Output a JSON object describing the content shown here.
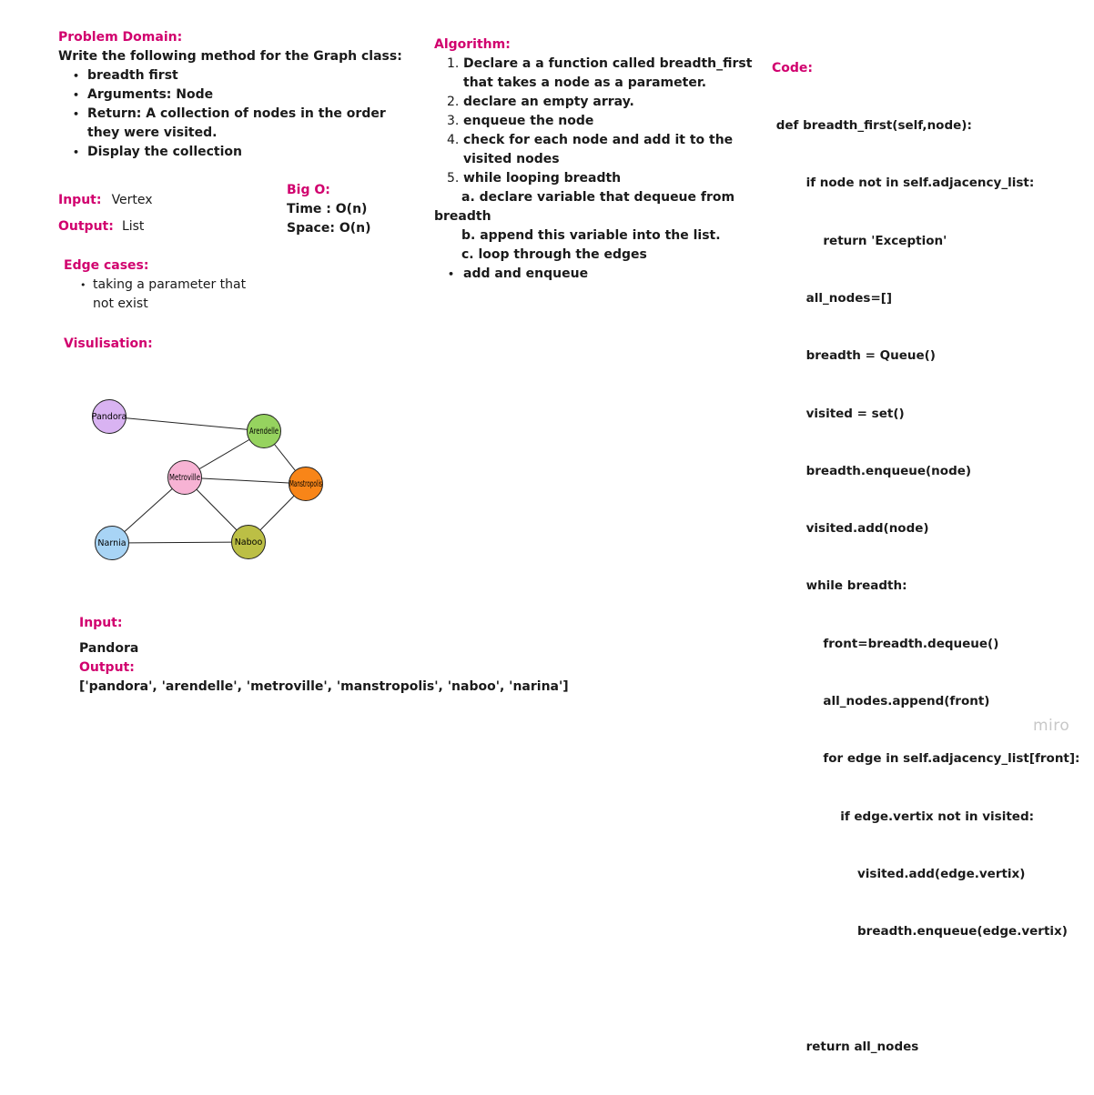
{
  "problem": {
    "heading": "Problem Domain:",
    "intro": "Write the following method for the Graph class:",
    "bullets": [
      "breadth first",
      "Arguments: Node",
      "Return: A collection of nodes in the order",
      "they were visited.",
      "Display the collection"
    ]
  },
  "io": {
    "input_label": "Input:",
    "input_value": "Vertex",
    "output_label": "Output:",
    "output_value": "List"
  },
  "bigo": {
    "heading": "Big O:",
    "time": "Time : O(n)",
    "space": "Space: O(n)"
  },
  "edge_cases": {
    "heading": "Edge cases:",
    "line1": "taking a parameter that",
    "line2": "not exist"
  },
  "visualisation": {
    "heading": "Visulisation:",
    "nodes": [
      {
        "id": "pandora",
        "label": "Pandora",
        "color": "#d9b3f2"
      },
      {
        "id": "arendelle",
        "label": "Arendelle",
        "color": "#96d35f"
      },
      {
        "id": "metroville",
        "label": "Metroville",
        "color": "#f7b3d4"
      },
      {
        "id": "manstropolis",
        "label": "Manstropolis",
        "color": "#f88518"
      },
      {
        "id": "narnia",
        "label": "Narnia",
        "color": "#a8d4f5"
      },
      {
        "id": "naboo",
        "label": "Naboo",
        "color": "#bcbf45"
      }
    ]
  },
  "example": {
    "input_label": "Input:",
    "input_value": "Pandora",
    "output_label": "Output:",
    "output_value": "['pandora', 'arendelle', 'metroville', 'manstropolis', 'naboo', 'narina']"
  },
  "algorithm": {
    "heading": "Algorithm:",
    "n1": "1.",
    "s1a": "Declare a a function called breadth_first",
    "s1b": "that takes a node as a parameter.",
    "n2": "2.",
    "s2": "declare an empty array.",
    "n3": "3.",
    "s3": "enqueue the node",
    "n4": "4.",
    "s4a": "check for each node and add it to the",
    "s4b": "visited nodes",
    "n5": "5.",
    "s5": "while looping breadth",
    "sa1": "a. declare variable that dequeue from",
    "sa2": "breadth",
    "sb": "b. append this variable into the list.",
    "sc": "c. loop through the edges",
    "sd": "add and enqueue"
  },
  "code": {
    "heading": "Code:",
    "lines": [
      " def breadth_first(self,node):",
      "        if node not in self.adjacency_list:",
      "            return 'Exception'",
      "        all_nodes=[]",
      "        breadth = Queue()",
      "        visited = set()",
      "        breadth.enqueue(node)",
      "        visited.add(node)",
      "        while breadth:",
      "            front=breadth.dequeue()",
      "            all_nodes.append(front)",
      "            for edge in self.adjacency_list[front]:",
      "                if edge.vertix not in visited:",
      "                    visited.add(edge.vertix)",
      "                    breadth.enqueue(edge.vertix)",
      "",
      "        return all_nodes"
    ]
  },
  "watermark": "miro"
}
